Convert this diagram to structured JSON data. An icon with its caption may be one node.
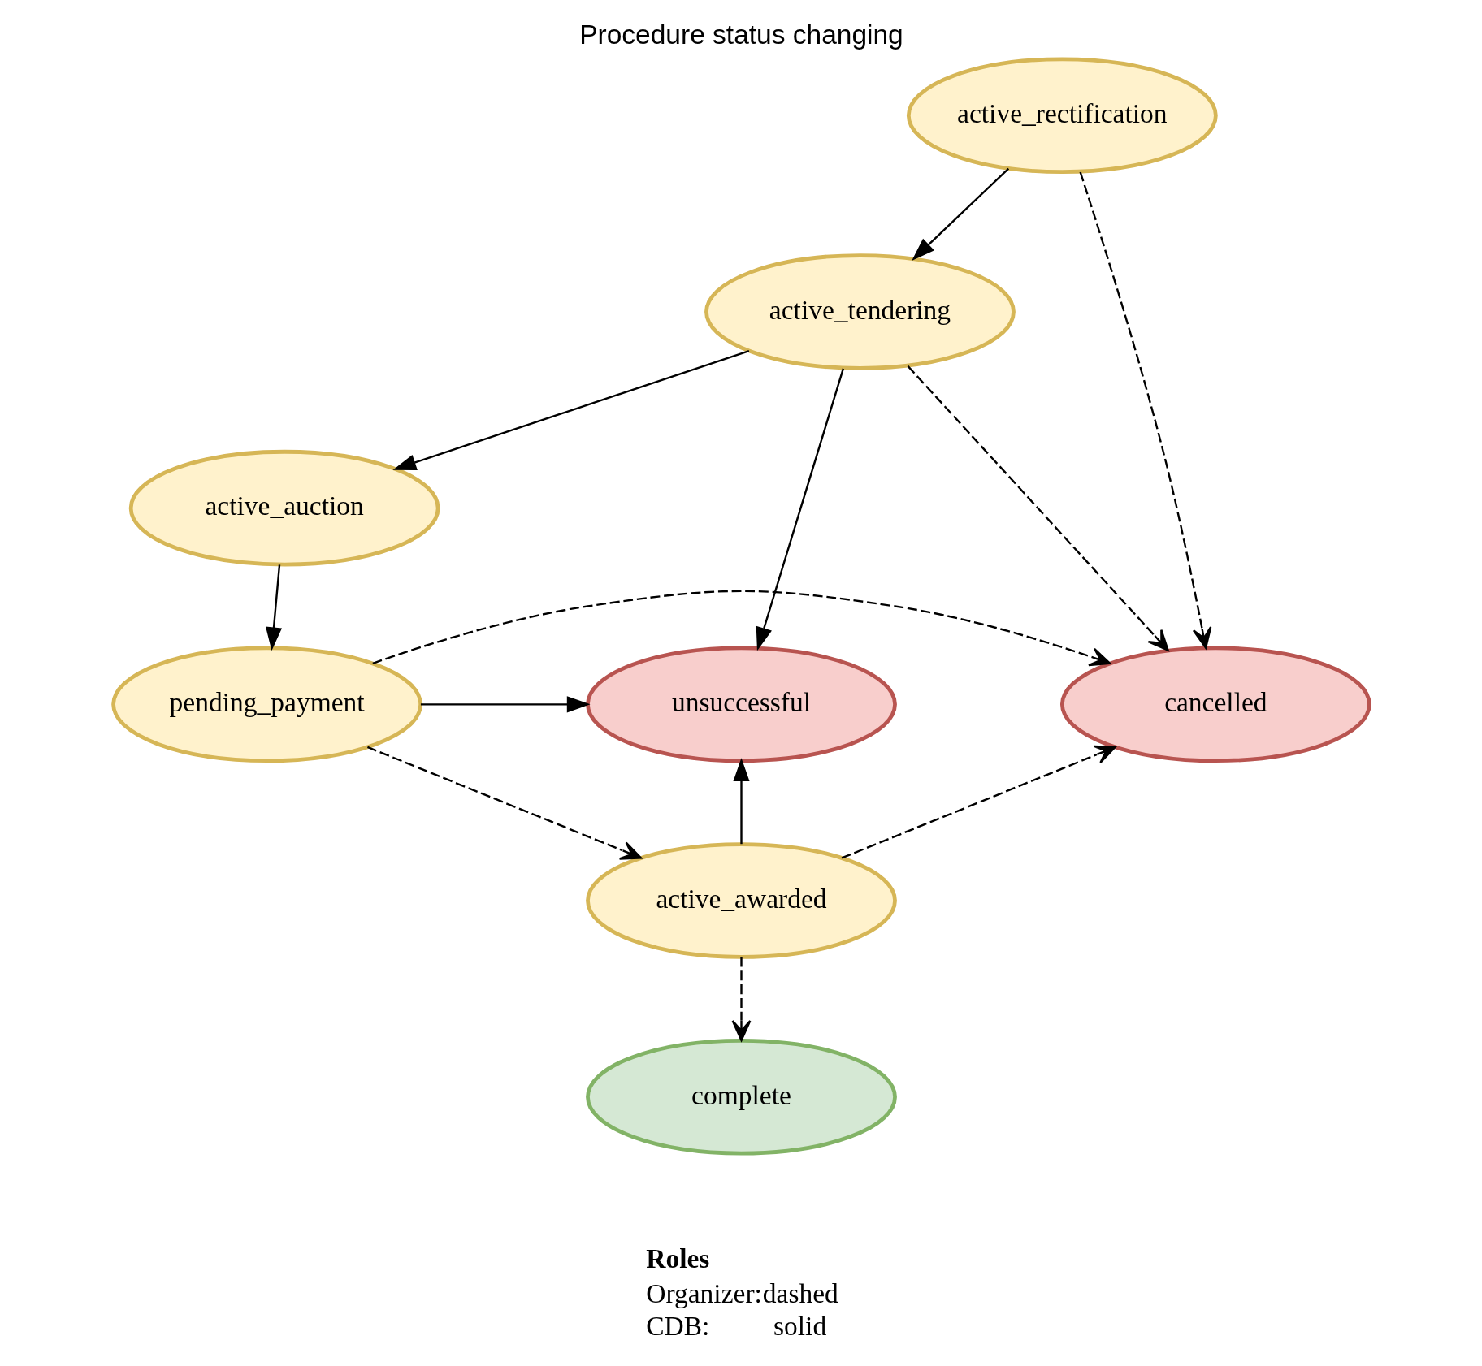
{
  "diagram": {
    "title": "Procedure status changing",
    "nodes": [
      {
        "text": [
          "active_rectification"
        ]
      },
      {
        "text": [
          "active_tendering"
        ]
      },
      {
        "text": [
          "active_auction"
        ]
      },
      {
        "text": [
          "unsuccessful"
        ]
      },
      {
        "text": [
          "pending_payment"
        ]
      },
      {
        "text": [
          "cancelled"
        ]
      },
      {
        "text": [
          "active_awarded"
        ]
      },
      {
        "text": [
          "complete"
        ]
      }
    ],
    "edges": [
      {
        "from": 0,
        "to": 1,
        "arrow": "to"
      },
      {
        "from": 0,
        "to": 5,
        "arrow": "to",
        "style": "dashed"
      },
      {
        "from": 1,
        "to": 2,
        "arrow": "to"
      },
      {
        "from": 1,
        "to": 3,
        "arrow": "to"
      },
      {
        "from": 1,
        "to": 5,
        "arrow": "to",
        "style": "dashed"
      },
      {
        "from": 2,
        "to": 4,
        "arrow": "to"
      },
      {
        "from": 4,
        "to": 3,
        "arrow": "to"
      },
      {
        "from": 4,
        "to": 5,
        "arrow": "to",
        "style": "dashed"
      },
      {
        "from": 4,
        "to": 6,
        "arrow": "to",
        "style": "dashed"
      },
      {
        "from": 6,
        "to": 3,
        "arrow": "to"
      },
      {
        "from": 6,
        "to": 5,
        "arrow": "to",
        "style": "dashed"
      },
      {
        "from": 6,
        "to": 7,
        "arrow": "to",
        "style": "dashed"
      }
    ],
    "labels": [
      "Roles",
      "Organizer:",
      "dashed",
      "CDB:",
      "solid"
    ]
  }
}
